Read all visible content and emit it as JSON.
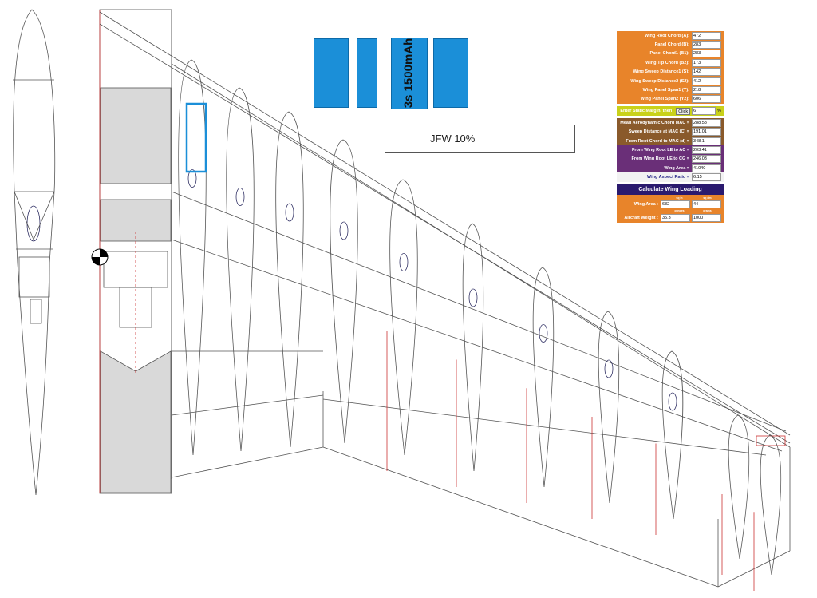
{
  "battery_label": "3s 1500mAh",
  "airfoil_label": "JFW 10%",
  "calculator": {
    "inputs": [
      {
        "label": "Wing Root Chord (A):",
        "value": "472"
      },
      {
        "label": "Panel Chord (B):",
        "value": "283"
      },
      {
        "label": "Panel Chord1 (B1):",
        "value": "283"
      },
      {
        "label": "Wing Tip Chord (B2):",
        "value": "173"
      },
      {
        "label": "Wing Sweep Distance1 (S):",
        "value": "142"
      },
      {
        "label": "Wing Sweep Distance2 (S2):",
        "value": "412"
      },
      {
        "label": "Wing Panel Span1 (Y):",
        "value": "218"
      },
      {
        "label": "Wing Panel Span2 (Y2):",
        "value": "606"
      }
    ],
    "static_margin": {
      "label": "Enter Static Margin, then",
      "button": "Click",
      "value": "6",
      "unit": "%"
    },
    "mac": [
      {
        "label": "Mean Aerodynamic Chord MAC =",
        "value": "288.58"
      },
      {
        "label": "Sweep Distance at MAC (C) =",
        "value": "191.01"
      },
      {
        "label": "From Root Chord to MAC (d) =",
        "value": "348.1"
      }
    ],
    "cg": [
      {
        "label": "From Wing Root LE to AC =",
        "value": "203.41"
      },
      {
        "label": "From Wing Root LE to CG =",
        "value": "246.03"
      },
      {
        "label": "Wing Area =",
        "value": "41040"
      }
    ],
    "aspect": {
      "label": "Wing Aspect Ratio =",
      "value": "6.15"
    },
    "loading": {
      "title": "Calculate Wing Loading",
      "area_label": "Wing Area :",
      "area_units": [
        "sq in",
        "sq dm"
      ],
      "area_values": [
        "682",
        "44"
      ],
      "weight_label": "Aircraft Weight :",
      "weight_units": [
        "ounces",
        "grams"
      ],
      "weight_values": [
        "35.3",
        "1000"
      ]
    }
  },
  "colors": {
    "orange": "#e8842a",
    "brown": "#8a5a2b",
    "purple": "#6a2f78",
    "battery": "#1b8fd8"
  }
}
